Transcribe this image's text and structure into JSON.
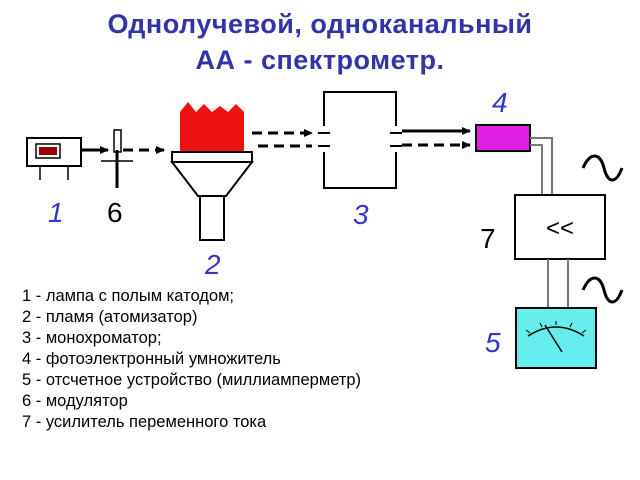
{
  "title": {
    "line1": "Однолучевой, одноканальный",
    "line2": "АА - спектрометр."
  },
  "labels": {
    "lamp": "1",
    "flame": "2",
    "monochromator": "3",
    "photomultiplier": "4",
    "readout": "5",
    "modulator": "6",
    "amplifier": "7",
    "amplifier_symbol": "<<"
  },
  "legend": [
    "1 - лампа с полым катодом;",
    "2 - пламя  (атомизатор)",
    "3 - монохроматор;",
    "4 - фотоэлектронный умножитель",
    "5 - отсчетное устройство (миллиамперметр)",
    "6 - модулятор",
    "7 - усилитель  переменного  тока"
  ],
  "colors": {
    "title": "#3333aa",
    "flame": "#ee1111",
    "photomultiplier": "#e020e0",
    "meter": "#66eeee",
    "label_blue": "#3333cc"
  }
}
